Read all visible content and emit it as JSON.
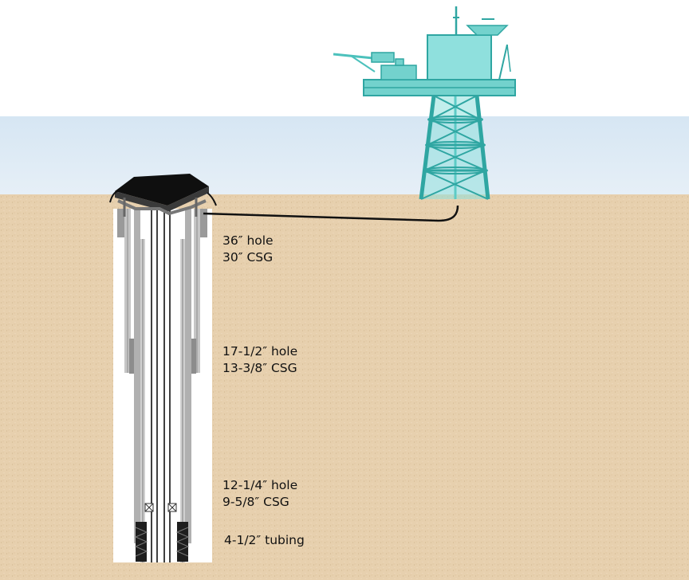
{
  "colors": {
    "sky": "#ffffff",
    "sea": "#dbe8f3",
    "seabed": "#e8d2b2",
    "platform": "#6fd0cc",
    "platform_dark": "#2fa6a2",
    "wellhead": "#0f0f0f",
    "casing_gray": "#8a8a8a",
    "pipeline": "#111111"
  },
  "sections": [
    {
      "hole": "36″ hole",
      "casing": "30″ CSG"
    },
    {
      "hole": "17-1/2″ hole",
      "casing": "13-3/8″ CSG"
    },
    {
      "hole": "12-1/4″ hole",
      "casing": "9-5/8″ CSG"
    }
  ],
  "tubing": "4-1/2″ tubing",
  "icons": {
    "platform": "offshore-platform-icon",
    "wellhead": "subsea-wellhead-icon"
  }
}
